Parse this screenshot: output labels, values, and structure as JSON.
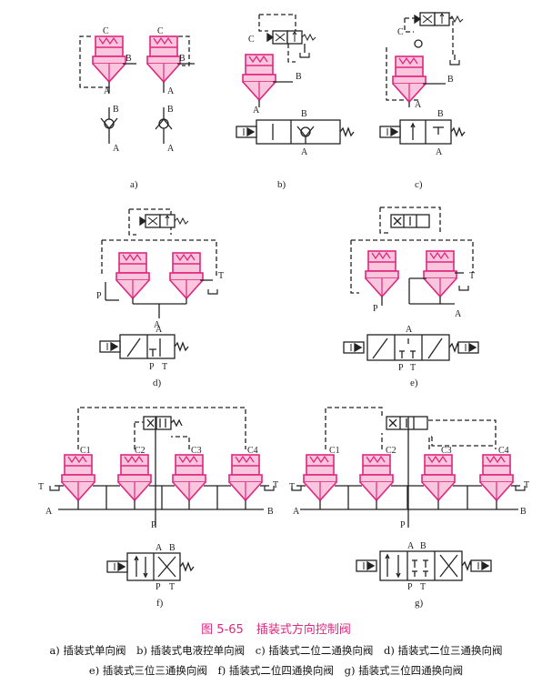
{
  "figure": {
    "number": "图 5-65",
    "title": "插装式方向控制阀"
  },
  "legend": [
    {
      "tag": "a)",
      "text": "插装式单向阀"
    },
    {
      "tag": "b)",
      "text": "插装式电液控单向阀"
    },
    {
      "tag": "c)",
      "text": "插装式二位二通换向阀"
    },
    {
      "tag": "d)",
      "text": "插装式二位三通换向阀"
    },
    {
      "tag": "e)",
      "text": "插装式三位三通换向阀"
    },
    {
      "tag": "f)",
      "text": "插装式二位四通换向阀"
    },
    {
      "tag": "g)",
      "text": "插装式三位四通换向阀"
    }
  ],
  "panels": [
    {
      "label": "a)",
      "ports": [
        "C",
        "B",
        "A",
        "C",
        "B",
        "A",
        "B",
        "A",
        "B",
        "A"
      ]
    },
    {
      "label": "b)",
      "ports": [
        "C",
        "B",
        "A",
        "B",
        "A"
      ]
    },
    {
      "label": "c)",
      "ports": [
        "C",
        "B",
        "A",
        "B",
        "A"
      ]
    },
    {
      "label": "d)",
      "ports": [
        "P",
        "A",
        "T",
        "A",
        "P",
        "T"
      ]
    },
    {
      "label": "e)",
      "ports": [
        "P",
        "T",
        "A",
        "A",
        "P",
        "T"
      ]
    },
    {
      "label": "f)",
      "ports": [
        "C1",
        "C2",
        "C3",
        "C4",
        "T",
        "A",
        "T",
        "B",
        "P",
        "A",
        "B",
        "P",
        "T"
      ]
    },
    {
      "label": "g)",
      "ports": [
        "C1",
        "C2",
        "C3",
        "C4",
        "T",
        "A",
        "T",
        "B",
        "P",
        "A",
        "B",
        "P",
        "T"
      ]
    }
  ],
  "colors": {
    "cartridge": "#e0267f",
    "line": "#222222",
    "caption": "#e0267f"
  }
}
